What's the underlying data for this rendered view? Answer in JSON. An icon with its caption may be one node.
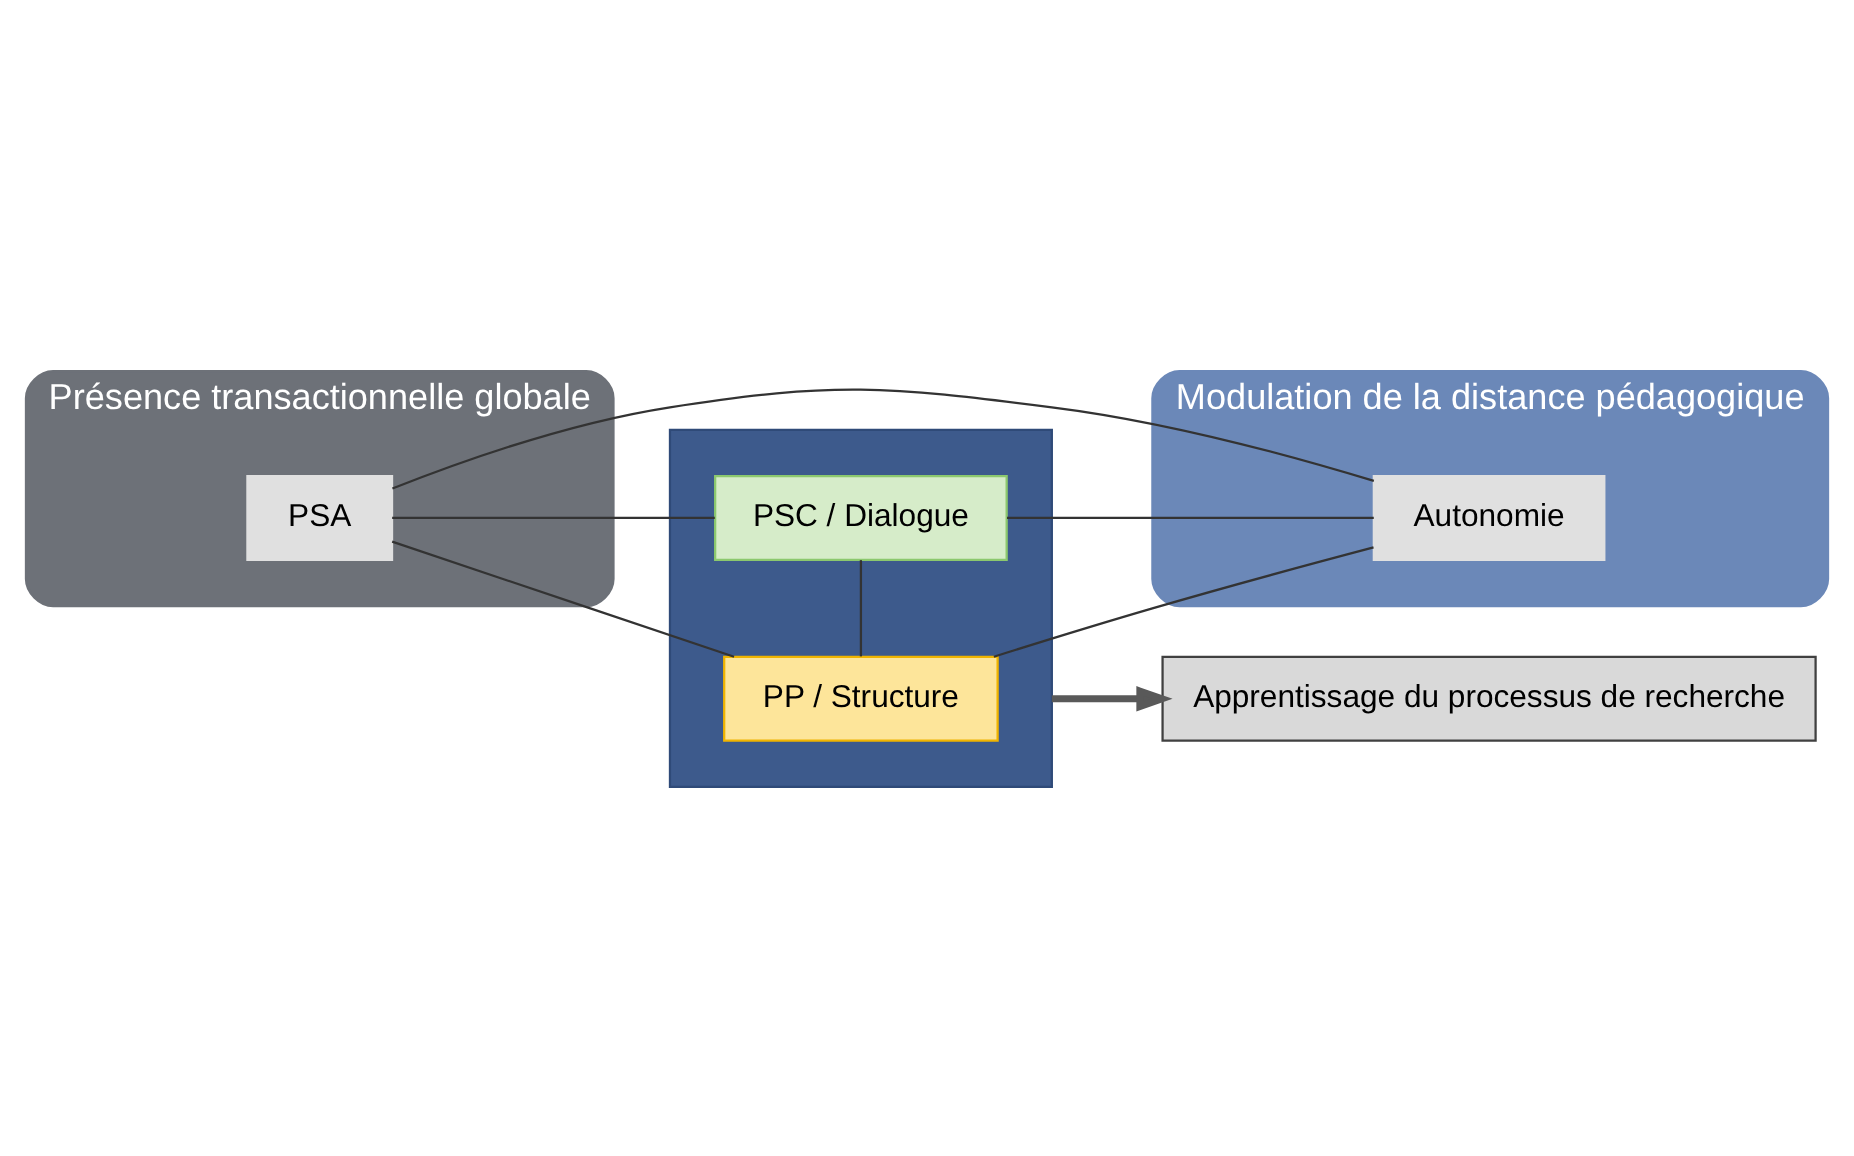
{
  "diagram": {
    "nodes": [
      {
        "text": [
          "Présence transactionnelle globale"
        ]
      },
      {
        "text": [
          "Modulation de la distance pédagogique"
        ]
      },
      {
        "text": [],
        "shape": "box"
      },
      {
        "text": [
          "PSC / Dialogue"
        ],
        "in": 2
      },
      {
        "text": [
          "PSA"
        ],
        "in": 0
      },
      {
        "text": [
          "Autonomie"
        ],
        "in": 1
      },
      {
        "text": [
          "PP / Structure"
        ],
        "in": 2
      },
      {
        "text": [
          "Apprentissage du processus de recherche"
        ]
      }
    ],
    "edges": [
      {
        "from": 4,
        "to": 3,
        "arrow": "none"
      },
      {
        "from": 4,
        "to": 5,
        "arrow": "none"
      },
      {
        "from": 4,
        "to": 6,
        "arrow": "none"
      },
      {
        "from": 3,
        "to": 5,
        "arrow": "none"
      },
      {
        "from": 3,
        "to": 6,
        "arrow": "none"
      },
      {
        "from": 6,
        "to": 5,
        "arrow": "none"
      },
      {
        "from": 2,
        "to": 7,
        "arrow": "to",
        "style": "thick",
        "color": "#595959"
      }
    ]
  }
}
